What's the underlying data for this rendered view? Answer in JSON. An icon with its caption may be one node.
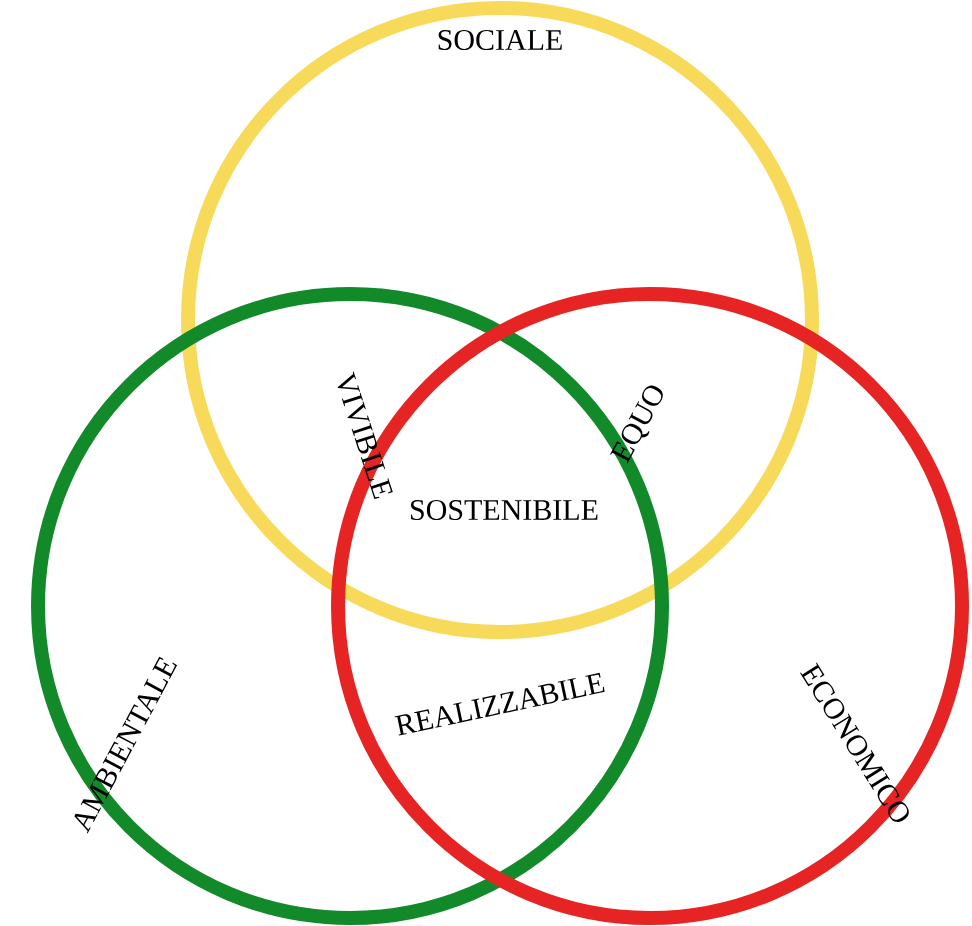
{
  "diagram": {
    "nodes": [
      {
        "text": [
          "SOCIALE"
        ]
      },
      {
        "text": [
          "AMBIENTALE"
        ]
      },
      {
        "text": [
          "ECONOMICO"
        ]
      }
    ],
    "labels": [
      "VIVIBILE",
      "EQUO",
      "SOSTENIBILE",
      "REALIZZABILE"
    ]
  }
}
